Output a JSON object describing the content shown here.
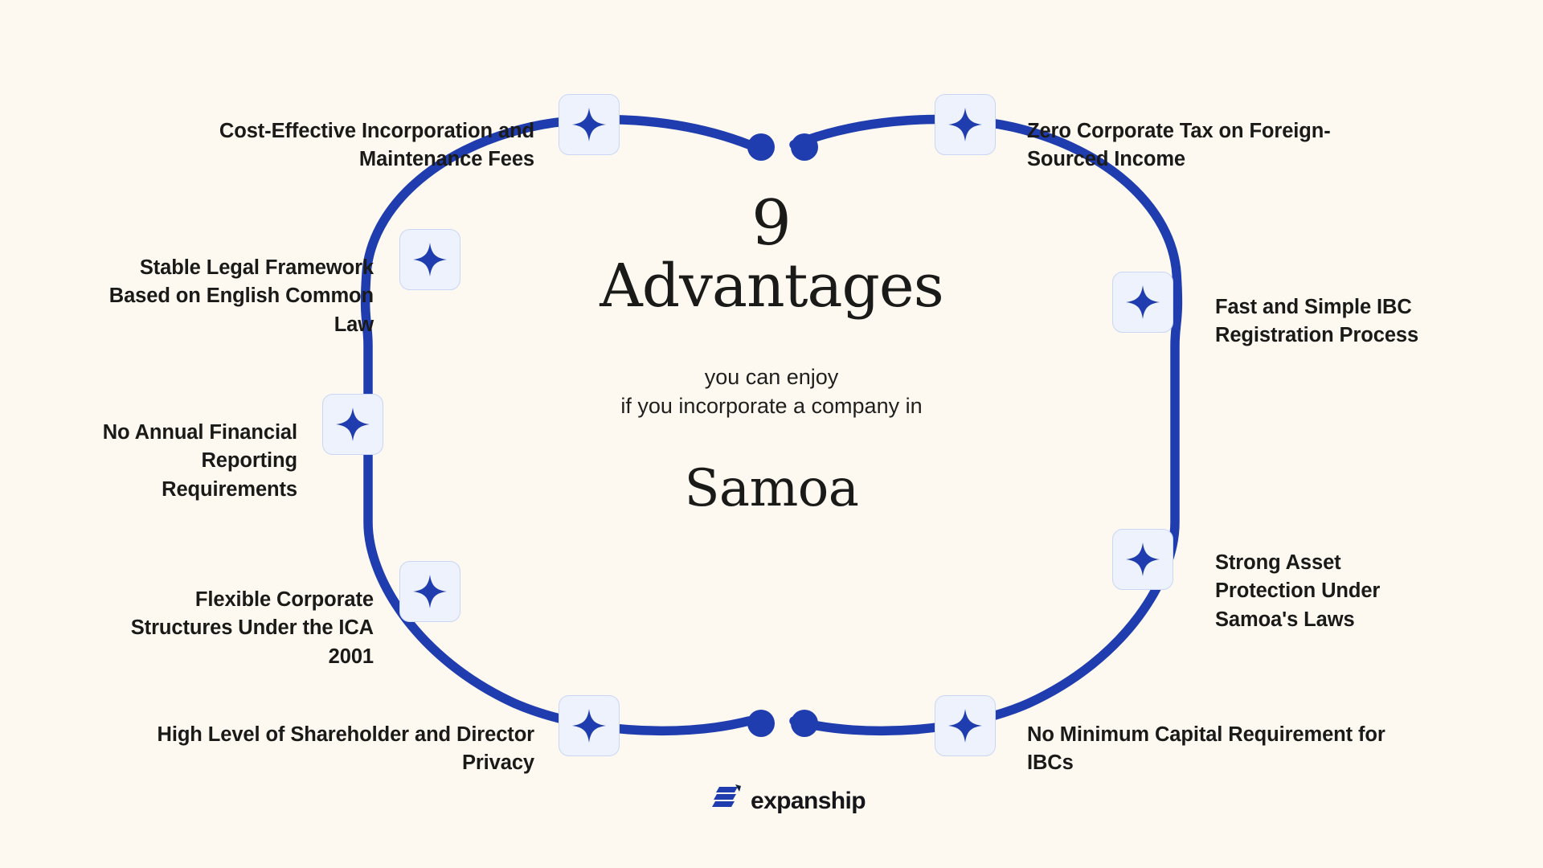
{
  "theme": {
    "background_color": "#FDF8F0",
    "accent_blue": "#1F3DAE",
    "icon_box_fill": "#EDF2FD",
    "icon_box_border": "#C9D6F5",
    "text_color": "#1A1A18"
  },
  "center": {
    "number": "9",
    "title": "Advantages",
    "subtitle_line1": "you can enjoy",
    "subtitle_line2": "if you incorporate a company in",
    "country": "Samoa"
  },
  "advantages": [
    {
      "id": "zero-corporate-tax",
      "label": "Zero Corporate Tax on Foreign-\nSourced Income",
      "icon": "sparkle-icon",
      "side": "right"
    },
    {
      "id": "fast-simple-registration",
      "label": "Fast and Simple IBC\nRegistration Process",
      "icon": "sparkle-icon",
      "side": "right"
    },
    {
      "id": "strong-asset-protection",
      "label": "Strong Asset\nProtection Under\nSamoa's Laws",
      "icon": "sparkle-icon",
      "side": "right"
    },
    {
      "id": "no-minimum-capital",
      "label": "No Minimum Capital Requirement for\nIBCs",
      "icon": "sparkle-icon",
      "side": "right"
    },
    {
      "id": "shareholder-privacy",
      "label": "High Level of Shareholder and Director\nPrivacy",
      "icon": "sparkle-icon",
      "side": "left"
    },
    {
      "id": "flexible-structures-ica",
      "label": "Flexible Corporate\nStructures Under the ICA\n2001",
      "icon": "sparkle-icon",
      "side": "left"
    },
    {
      "id": "no-annual-reporting",
      "label": "No Annual Financial\nReporting\nRequirements",
      "icon": "sparkle-icon",
      "side": "left"
    },
    {
      "id": "stable-legal-framework",
      "label": "Stable Legal Framework\nBased on English Common\nLaw",
      "icon": "sparkle-icon",
      "side": "left"
    },
    {
      "id": "cost-effective-fees",
      "label": "Cost-Effective Incorporation and\nMaintenance Fees",
      "icon": "sparkle-icon",
      "side": "left"
    }
  ],
  "brand": {
    "name": "expanship",
    "logo_icon": "expanship-bars-arrow-logo"
  }
}
